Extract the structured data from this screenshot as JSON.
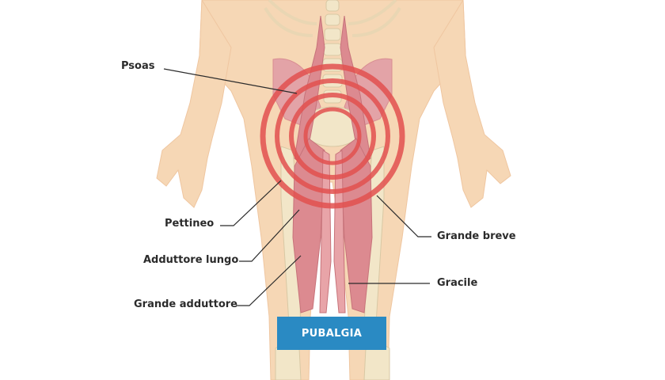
{
  "labels": {
    "psoas": "Psoas",
    "pettineo": "Pettineo",
    "adduttore_lungo": "Adduttore lungo",
    "grande_adduttore": "Grande adduttore",
    "grande_breve": "Grande breve",
    "gracile": "Gracile"
  },
  "badge": {
    "text": "PUBALGIA"
  },
  "colors": {
    "skin": "#f6d7b5",
    "muscle": "#dc8a90",
    "bone": "#f2e6c8",
    "pain_ring": "#e2504f",
    "badge_bg": "#2a8ac3",
    "line": "#2b2b2b"
  }
}
